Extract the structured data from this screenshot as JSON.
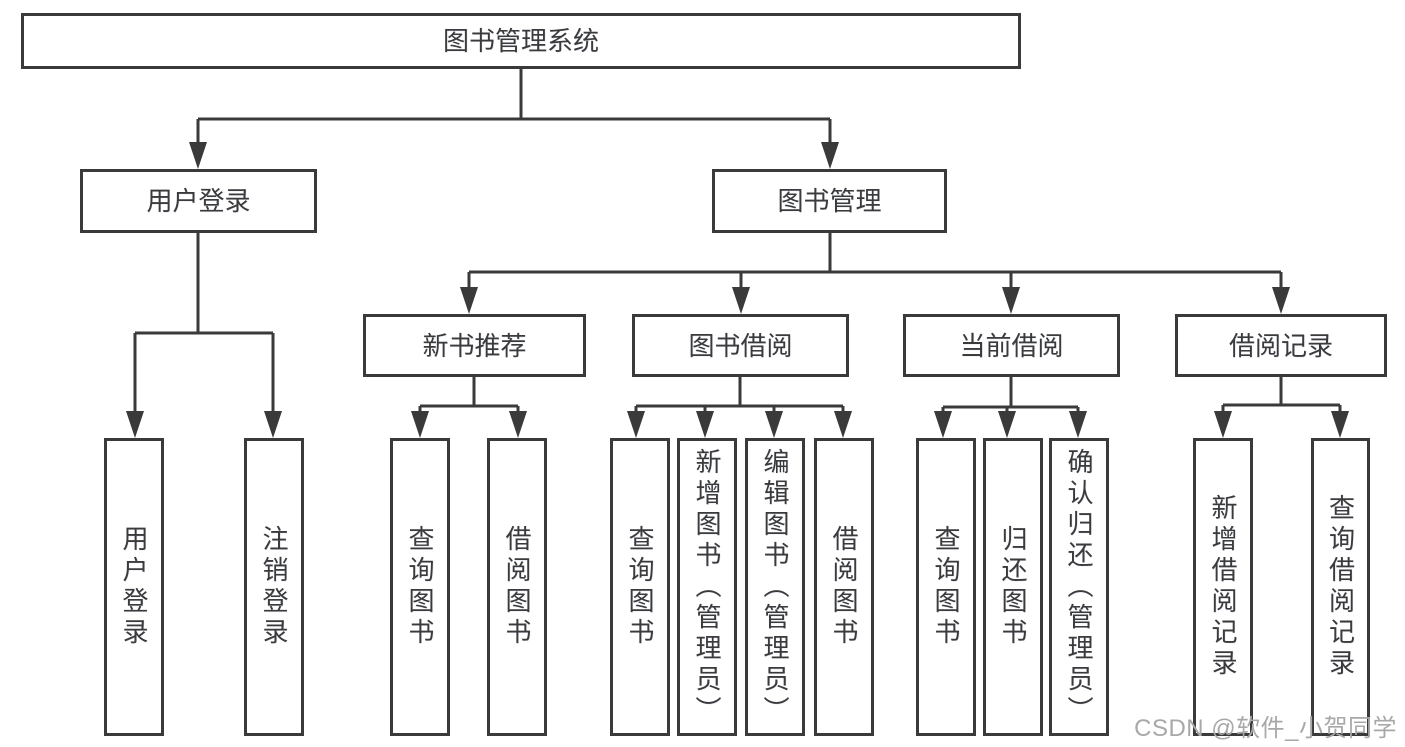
{
  "tree": {
    "label": "图书管理系统",
    "children": [
      {
        "label": "用户登录",
        "children": [
          {
            "label": "用户登录"
          },
          {
            "label": "注销登录"
          }
        ]
      },
      {
        "label": "图书管理",
        "children": [
          {
            "label": "新书推荐",
            "children": [
              {
                "label": "查询图书"
              },
              {
                "label": "借阅图书"
              }
            ]
          },
          {
            "label": "图书借阅",
            "children": [
              {
                "label": "查询图书"
              },
              {
                "label": "新增图书（管理员）"
              },
              {
                "label": "编辑图书（管理员）"
              },
              {
                "label": "借阅图书"
              }
            ]
          },
          {
            "label": "当前借阅",
            "children": [
              {
                "label": "查询图书"
              },
              {
                "label": "归还图书"
              },
              {
                "label": "确认归还（管理员）"
              }
            ]
          },
          {
            "label": "借阅记录",
            "children": [
              {
                "label": "新增借阅记录"
              },
              {
                "label": "查询借阅记录"
              }
            ]
          }
        ]
      }
    ]
  },
  "watermark": "CSDN @软件_小贺同学",
  "colors": {
    "line": "#3a3a3a",
    "text": "#3b3b3b",
    "watermark": "#a8a8a8"
  }
}
